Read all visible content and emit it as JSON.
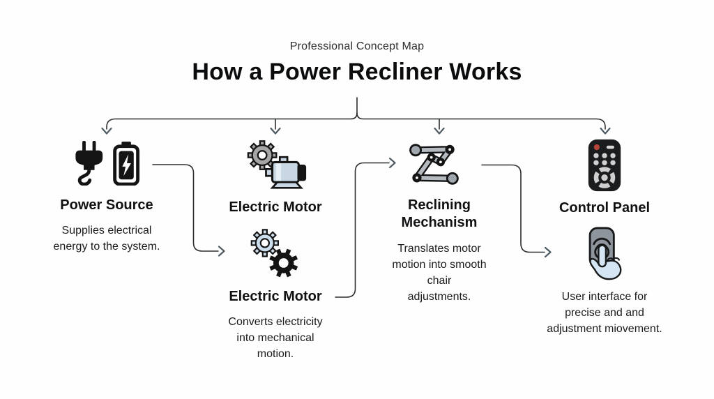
{
  "header": {
    "kicker": "Professional Concept Map",
    "title": "How a Power Recliner Works"
  },
  "nodes": [
    {
      "id": "power-source",
      "label": "Power Source",
      "description": "Supplies electrical\nenergy to the system.",
      "icon": "plug-battery-icon"
    },
    {
      "id": "electric-motor",
      "label": "Electric Motor",
      "description": "",
      "icon": "gear-motor-icon"
    },
    {
      "id": "electric-motor-2",
      "label": "Electric Motor",
      "description": "Converts electricity\ninto mechanical\nmotion.",
      "icon": "double-gears-icon"
    },
    {
      "id": "reclining-mechanism",
      "label": "Reclining\nMechanism",
      "description": "Translates motor\nmotion into smooth\nchair\nadjustments.",
      "icon": "linkage-mechanism-icon"
    },
    {
      "id": "control-panel",
      "label": "Control Panel",
      "description": "User interface for\nprecise and and\nadjustment miovement.",
      "icon": "remote-control-icon",
      "secondary_icon": "hand-touch-icon"
    }
  ],
  "edges": [
    {
      "from": "title",
      "to": "Power Source"
    },
    {
      "from": "title",
      "to": "Electric Motor"
    },
    {
      "from": "title",
      "to": "Reclining Mechanism"
    },
    {
      "from": "title",
      "to": "Control Panel"
    },
    {
      "from": "Power Source",
      "to": "Electric Motor (lower)"
    },
    {
      "from": "Electric Motor (lower)",
      "to": "Reclining Mechanism"
    },
    {
      "from": "Reclining Mechanism",
      "to": "Control Panel"
    }
  ],
  "colors": {
    "background": "#fefefe",
    "line": "#2a2d2f",
    "arrow": "#4f5b63",
    "icon_black": "#141414",
    "gear_gray": "#a6a6a6",
    "motor_body": "#c8d7e3",
    "gear_light": "#ccdded",
    "linkage_bar": "#b4bac0",
    "remote_body": "#1b1c1e",
    "remote_red": "#b5443a",
    "touch_remote": "#8e959d",
    "hand_fill": "#d6e5f3"
  }
}
